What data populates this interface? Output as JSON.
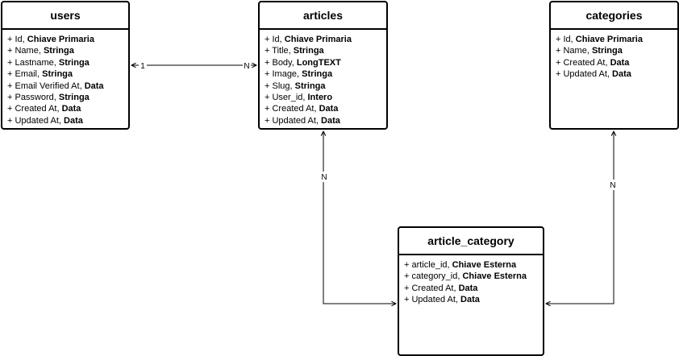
{
  "entities": [
    {
      "id": "users",
      "title": "users",
      "fields": [
        {
          "name": "+ Id, ",
          "type": "Chiave Primaria"
        },
        {
          "name": "+ Name, ",
          "type": "Stringa"
        },
        {
          "name": "+ Lastname, ",
          "type": "Stringa"
        },
        {
          "name": "+ Email, ",
          "type": "Stringa"
        },
        {
          "name": "+ Email Verified At, ",
          "type": "Data"
        },
        {
          "name": "+ Password, ",
          "type": "Stringa"
        },
        {
          "name": "+ Created At, ",
          "type": "Data"
        },
        {
          "name": "+ Updated At, ",
          "type": "Data"
        }
      ]
    },
    {
      "id": "articles",
      "title": "articles",
      "fields": [
        {
          "name": "+ Id, ",
          "type": "Chiave Primaria"
        },
        {
          "name": "+ Title, ",
          "type": "Stringa"
        },
        {
          "name": "+ Body, ",
          "type": "LongTEXT"
        },
        {
          "name": "+ Image, ",
          "type": "Stringa"
        },
        {
          "name": "+ Slug, ",
          "type": "Stringa"
        },
        {
          "name": "+ User_id, ",
          "type": "Intero"
        },
        {
          "name": "+ Created At, ",
          "type": "Data"
        },
        {
          "name": "+ Updated At, ",
          "type": "Data"
        }
      ]
    },
    {
      "id": "categories",
      "title": "categories",
      "fields": [
        {
          "name": "+ Id, ",
          "type": "Chiave Primaria"
        },
        {
          "name": "+ Name, ",
          "type": "Stringa"
        },
        {
          "name": "+ Created At, ",
          "type": "Data"
        },
        {
          "name": "+ Updated At, ",
          "type": "Data"
        }
      ]
    },
    {
      "id": "article_category",
      "title": "article_category",
      "fields": [
        {
          "name": "+ article_id, ",
          "type": "Chiave Esterna"
        },
        {
          "name": "+ category_id, ",
          "type": "Chiave Esterna"
        },
        {
          "name": "+ Created At, ",
          "type": "Data"
        },
        {
          "name": "+ Updated At, ",
          "type": "Data"
        }
      ]
    }
  ],
  "relations": {
    "users_articles": {
      "from": "users",
      "to": "articles",
      "from_card": "1",
      "to_card": "N"
    },
    "articles_article_category": {
      "from": "articles",
      "to": "article_category",
      "card": "N"
    },
    "categories_article_category": {
      "from": "categories",
      "to": "article_category",
      "card": "N"
    }
  }
}
